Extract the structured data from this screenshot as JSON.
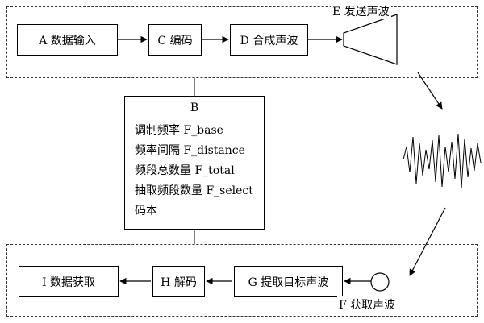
{
  "sender": {
    "input_box": "A 数据输入",
    "encode_box": "C 编码",
    "synth_box": "D 合成声波",
    "speaker_label": "E 发送声波"
  },
  "params": {
    "title": "B",
    "lines": [
      "调制频率 F_base",
      "频率间隔 F_distance",
      "频段总数量 F_total",
      "抽取频段数量 F_select",
      "码本"
    ]
  },
  "receiver": {
    "output_box": "I 数据获取",
    "decode_box": "H 解码",
    "extract_box": "G 提取目标声波",
    "mic_label": "F 获取声波"
  }
}
